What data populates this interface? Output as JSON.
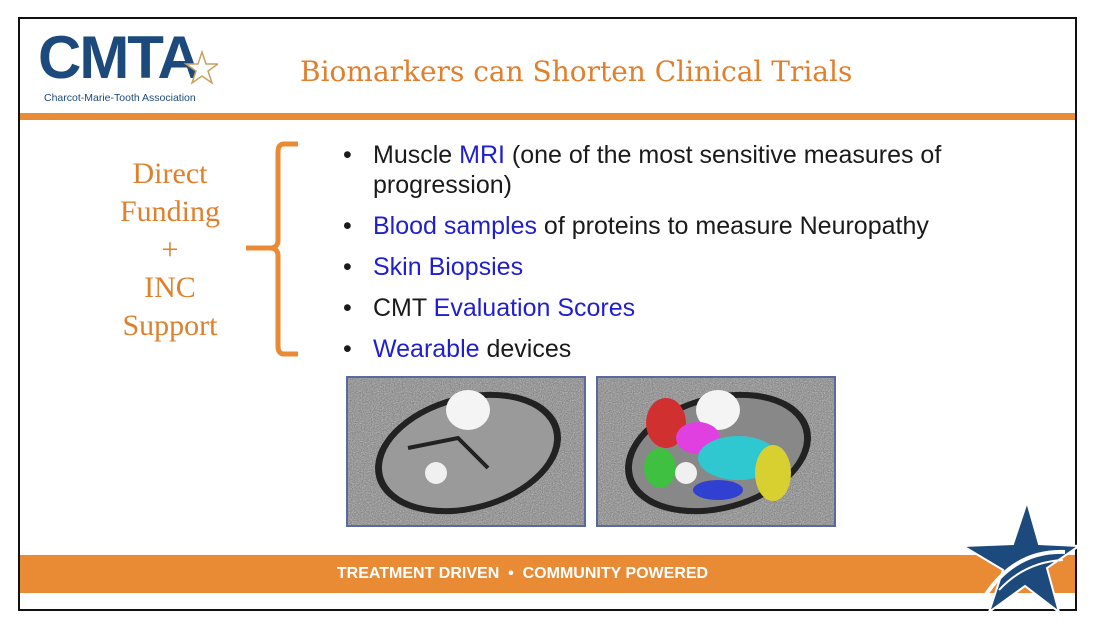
{
  "logo": {
    "text": "CMTA",
    "subtitle": "Charcot-Marie-Tooth Association"
  },
  "title": "Biomarkers can Shorten Clinical Trials",
  "left_label": [
    "Direct",
    "Funding",
    "+",
    "INC",
    "Support"
  ],
  "bullets": [
    {
      "pre": "Muscle ",
      "hl": "MRI",
      "post": " (one of the most sensitive measures of progression)"
    },
    {
      "pre": "",
      "hl": "Blood samples",
      "post": " of proteins to measure Neuropathy"
    },
    {
      "pre": "",
      "hl": "Skin Biopsies",
      "post": ""
    },
    {
      "pre": "CMT ",
      "hl": "Evaluation Scores",
      "post": ""
    },
    {
      "pre": "",
      "hl": "Wearable",
      "post": " devices"
    }
  ],
  "footer": "TREATMENT DRIVEN  •  COMMUNITY POWERED",
  "colors": {
    "orange": "#e98a35",
    "navy": "#1d4a7c",
    "blue_text": "#1f1fd0"
  }
}
